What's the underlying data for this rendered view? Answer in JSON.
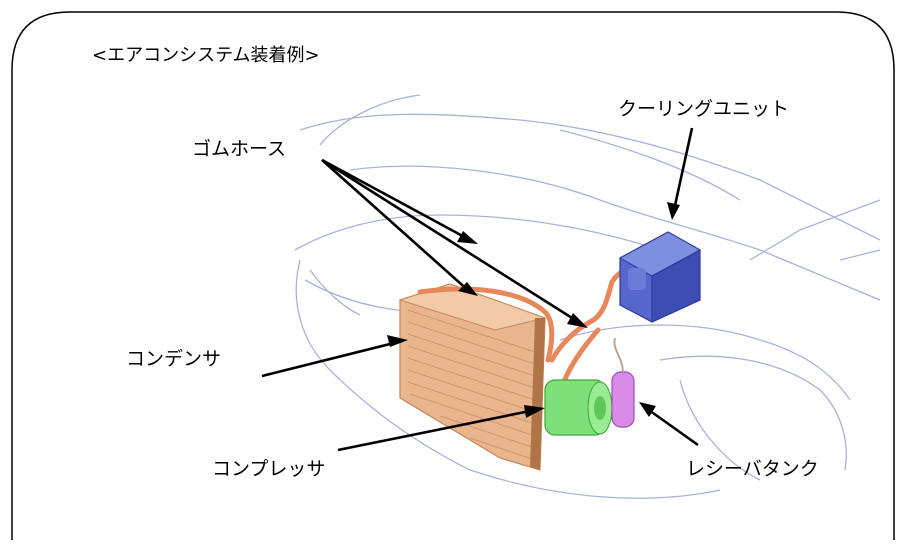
{
  "title": "<エアコンシステム装着例>",
  "labels": {
    "rubber_hose": "ゴムホース",
    "cooling_unit": "クーリングユニット",
    "condenser": "コンデンサ",
    "compressor": "コンプレッサ",
    "receiver_tank": "レシーバタンク"
  },
  "colors": {
    "car_outline": "#a9b1d6",
    "hose": "#e8875a",
    "condenser": "#e8b58e",
    "compressor": "#7fe07a",
    "receiver_tank": "#d98be8",
    "cooling_unit": "#5566cc"
  }
}
